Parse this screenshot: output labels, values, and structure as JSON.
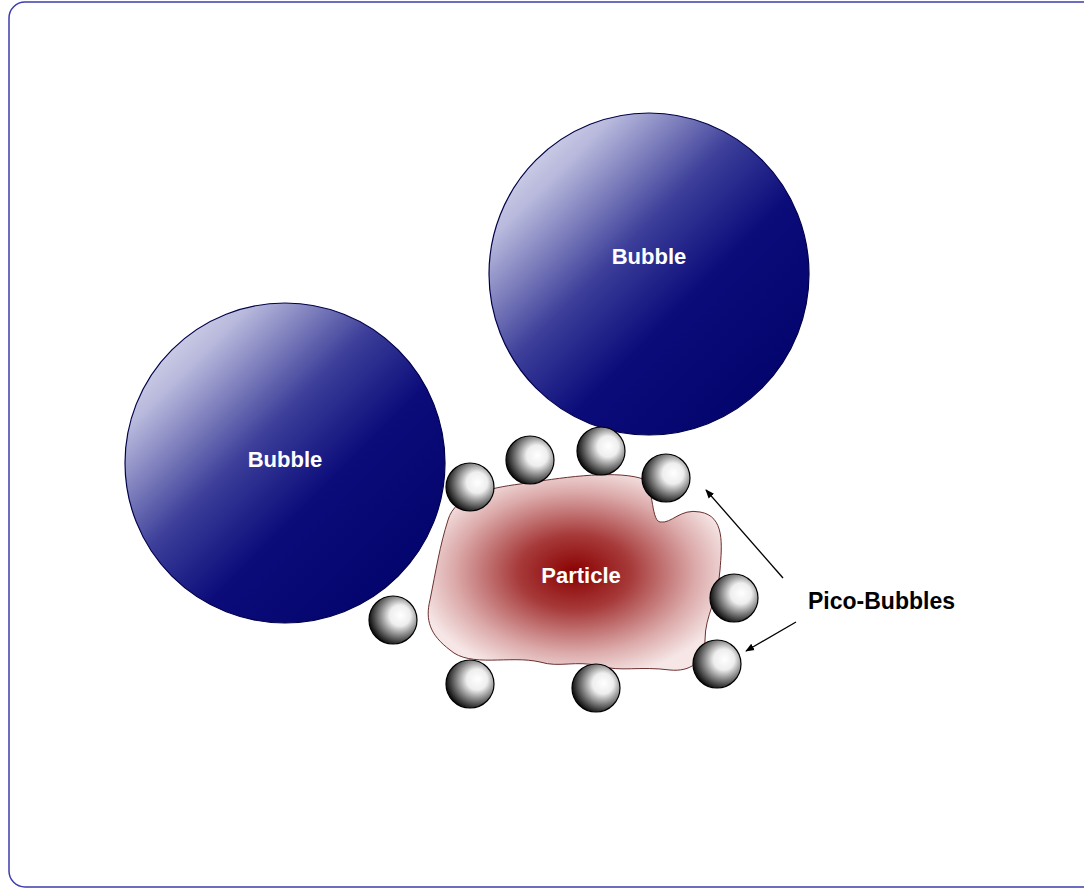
{
  "diagram": {
    "nodes": [
      {
        "text": [
          "Bubble"
        ]
      },
      {
        "text": [
          "Bubble"
        ]
      },
      {
        "text": [
          "Particle"
        ]
      }
    ],
    "labels": [
      "Pico-Bubbles"
    ]
  }
}
